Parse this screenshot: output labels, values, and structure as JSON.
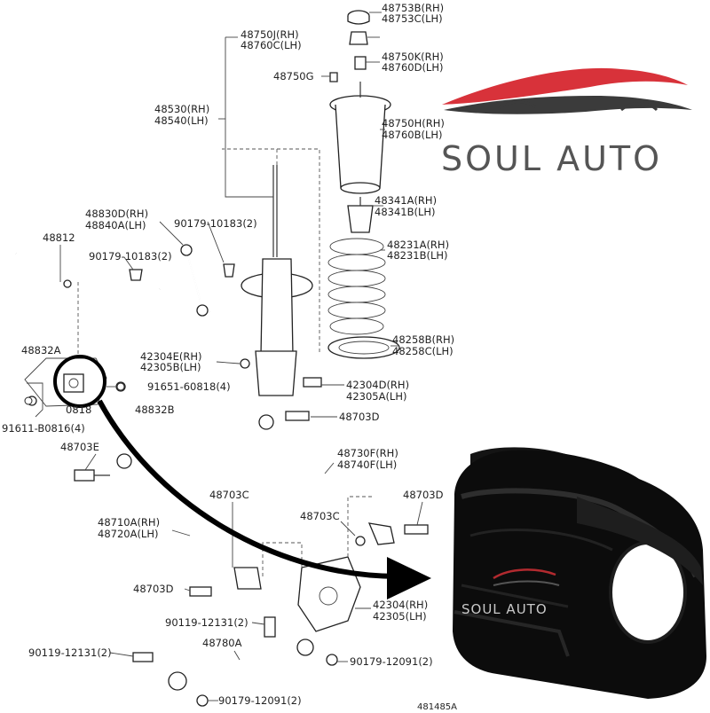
{
  "brand": {
    "name": "SOUL AUTO",
    "overlay_name": "SOUL AUTO",
    "colors": {
      "swoosh_red": "#d8323a",
      "swoosh_gray": "#3b3b3b",
      "text_gray": "#555555"
    }
  },
  "diagram": {
    "figure_number": "481485A",
    "labels": [
      {
        "id": "l1",
        "text": "48753B(RH)"
      },
      {
        "id": "l2",
        "text": "48753C(LH)"
      },
      {
        "id": "l3",
        "text": "48750J(RH)"
      },
      {
        "id": "l4",
        "text": "48760C(LH)"
      },
      {
        "id": "l5",
        "text": "48750K(RH)"
      },
      {
        "id": "l6",
        "text": "48760D(LH)"
      },
      {
        "id": "l7",
        "text": "48750G"
      },
      {
        "id": "l8",
        "text": "48530(RH)"
      },
      {
        "id": "l9",
        "text": "48540(LH)"
      },
      {
        "id": "l10",
        "text": "48750H(RH)"
      },
      {
        "id": "l11",
        "text": "48760B(LH)"
      },
      {
        "id": "l12",
        "text": "48341A(RH)"
      },
      {
        "id": "l13",
        "text": "48341B(LH)"
      },
      {
        "id": "l14",
        "text": "48830D(RH)"
      },
      {
        "id": "l15",
        "text": "48840A(LH)"
      },
      {
        "id": "l16",
        "text": "90179-10183(2)"
      },
      {
        "id": "l17",
        "text": "48812"
      },
      {
        "id": "l18",
        "text": "90179-10183(2)"
      },
      {
        "id": "l19",
        "text": "48231A(RH)"
      },
      {
        "id": "l20",
        "text": "48231B(LH)"
      },
      {
        "id": "l21",
        "text": "48832A"
      },
      {
        "id": "l22",
        "text": "42304E(RH)"
      },
      {
        "id": "l23",
        "text": "42305B(LH)"
      },
      {
        "id": "l24",
        "text": "48258B(RH)"
      },
      {
        "id": "l25",
        "text": "48258C(LH)"
      },
      {
        "id": "l26",
        "text": "91651-60818(4)"
      },
      {
        "id": "l27",
        "text": "42304D(RH)"
      },
      {
        "id": "l28",
        "text": "42305A(LH)"
      },
      {
        "id": "l29",
        "text": "48832B"
      },
      {
        "id": "l30",
        "text": "91611-B0816(4)"
      },
      {
        "id": "l31",
        "text": "48703D"
      },
      {
        "id": "l32",
        "text": "48703E"
      },
      {
        "id": "l33",
        "text": "48730F(RH)"
      },
      {
        "id": "l34",
        "text": "48740F(LH)"
      },
      {
        "id": "l35",
        "text": "48703C"
      },
      {
        "id": "l36",
        "text": "48703D"
      },
      {
        "id": "l37",
        "text": "48710A(RH)"
      },
      {
        "id": "l38",
        "text": "48720A(LH)"
      },
      {
        "id": "l39",
        "text": "48703C"
      },
      {
        "id": "l40",
        "text": "48703D"
      },
      {
        "id": "l41",
        "text": "42304(RH)"
      },
      {
        "id": "l42",
        "text": "42305(LH)"
      },
      {
        "id": "l43",
        "text": "90119-12131(2)"
      },
      {
        "id": "l44",
        "text": "48780A"
      },
      {
        "id": "l45",
        "text": "90119-12131(2)"
      },
      {
        "id": "l46",
        "text": "90179-12091(2)"
      },
      {
        "id": "l47",
        "text": "90179-12091(2)"
      },
      {
        "id": "l48",
        "text": "0818"
      }
    ]
  }
}
